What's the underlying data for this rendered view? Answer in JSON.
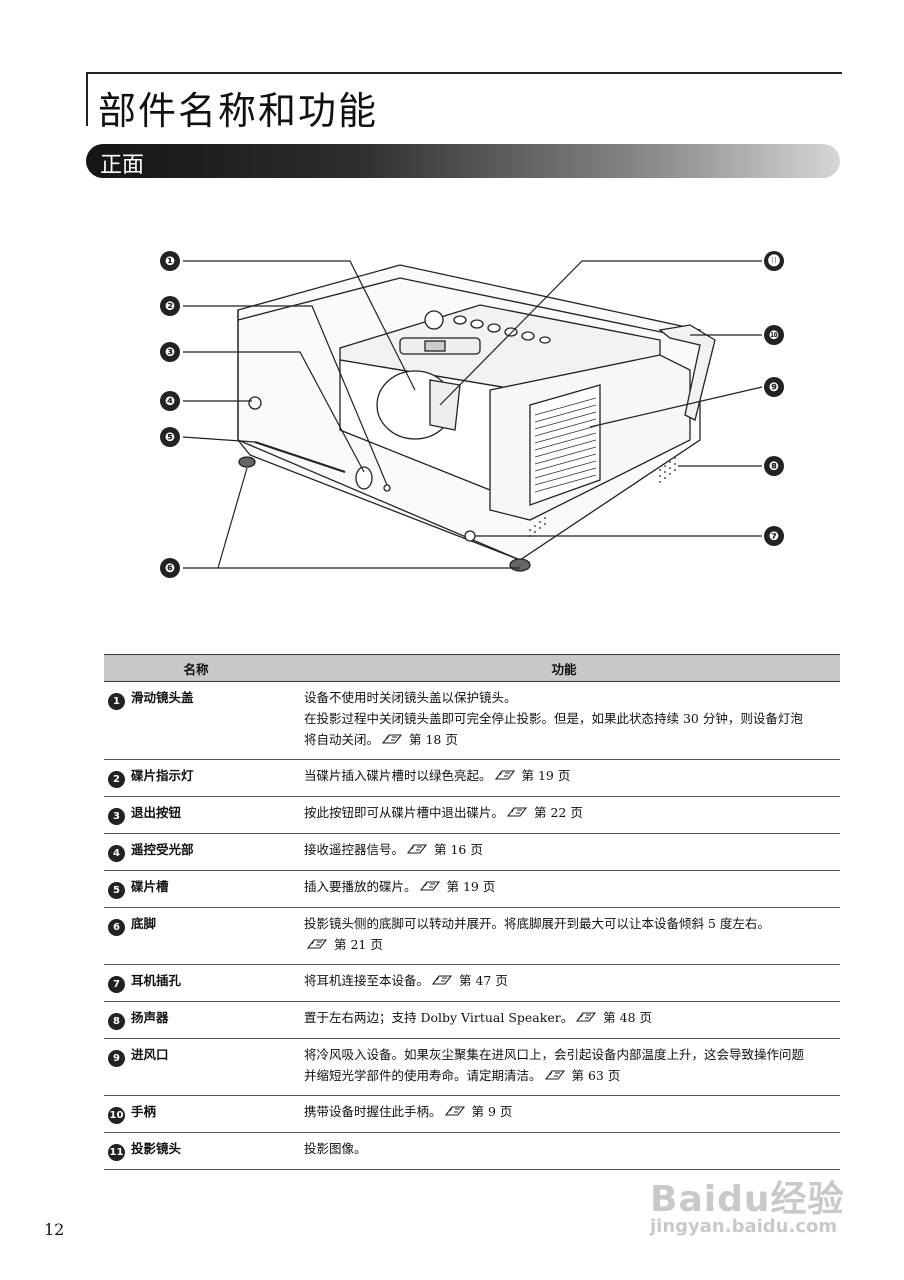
{
  "title": "部件名称和功能",
  "section": "正面",
  "figure_labels": [
    "❶",
    "❷",
    "❸",
    "❹",
    "❺",
    "❻",
    "❼",
    "❽",
    "❾",
    "❿",
    "⓫"
  ],
  "table": {
    "headers": [
      "名称",
      "功能"
    ],
    "rows": [
      {
        "num": "1",
        "name": "滑动镜头盖",
        "lines": [
          "设备不使用时关闭镜头盖以保护镜头。",
          "在投影过程中关闭镜头盖即可完全停止投影。但是，如果此状态持续 30 分钟，则设备灯泡",
          "将自动关闭。{ref} 第 18 页"
        ]
      },
      {
        "num": "2",
        "name": "碟片指示灯",
        "lines": [
          "当碟片插入碟片槽时以绿色亮起。{ref} 第 19 页"
        ]
      },
      {
        "num": "3",
        "name": "退出按钮",
        "lines": [
          "按此按钮即可从碟片槽中退出碟片。{ref} 第 22 页"
        ]
      },
      {
        "num": "4",
        "name": "遥控受光部",
        "lines": [
          "接收遥控器信号。{ref} 第 16 页"
        ]
      },
      {
        "num": "5",
        "name": "碟片槽",
        "lines": [
          "插入要播放的碟片。{ref} 第 19 页"
        ]
      },
      {
        "num": "6",
        "name": "底脚",
        "lines": [
          "投影镜头侧的底脚可以转动并展开。将底脚展开到最大可以让本设备倾斜 5 度左右。",
          "{ref} 第 21 页"
        ]
      },
      {
        "num": "7",
        "name": "耳机插孔",
        "lines": [
          "将耳机连接至本设备。{ref} 第 47 页"
        ]
      },
      {
        "num": "8",
        "name": "扬声器",
        "lines": [
          "置于左右两边；支持 Dolby Virtual Speaker。{ref} 第 48 页"
        ]
      },
      {
        "num": "9",
        "name": "进风口",
        "lines": [
          "将冷风吸入设备。如果灰尘聚集在进风口上，会引起设备内部温度上升，这会导致操作问题",
          "并缩短光学部件的使用寿命。请定期清洁。{ref} 第 63 页"
        ]
      },
      {
        "num": "10",
        "name": "手柄",
        "lines": [
          "携带设备时握住此手柄。{ref} 第 9 页"
        ]
      },
      {
        "num": "11",
        "name": "投影镜头",
        "lines": [
          "投影图像。"
        ]
      }
    ]
  },
  "ref_icon": "pointing-hand-icon",
  "page_number": "12",
  "watermark": {
    "brand": "Baidu经验",
    "url": "jingyan.baidu.com"
  }
}
